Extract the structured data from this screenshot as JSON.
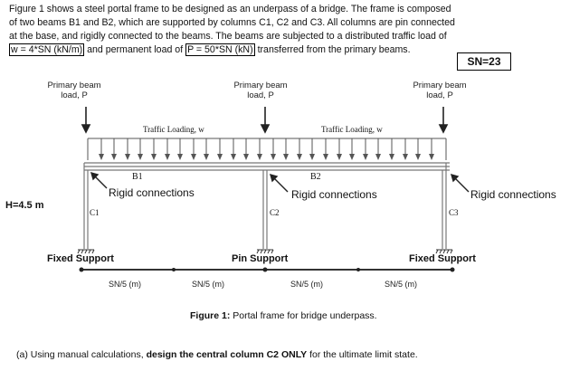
{
  "intro": {
    "line1": "Figure 1 shows a steel portal frame to be designed as an underpass of a bridge. The frame is composed",
    "line2": "of two beams B1 and B2, which are supported by columns C1, C2 and C3. All columns are pin connected",
    "line3": "at the base, and rigidly connected to the beams. The beams are subjected to a distributed traffic load of",
    "w_box": "w = 4*SN (kN/m)",
    "mid": "and permanent load of",
    "p_box": "P = 50*SN (kN)",
    "end": "transferred from the primary beams."
  },
  "sn": "SN=23",
  "diagram": {
    "primary_label": "Primary beam load, P",
    "traffic_label": "Traffic Loading, w",
    "beams": [
      "B1",
      "B2"
    ],
    "columns": [
      "C1",
      "C2",
      "C3"
    ],
    "rigid_label": "Rigid connections",
    "height_label": "H=4.5 m",
    "supports": [
      "Fixed Support",
      "Pin Support",
      "Fixed Support"
    ],
    "span_label": "SN/5 (m)"
  },
  "caption": {
    "bold": "Figure 1:",
    "text": " Portal frame for bridge underpass."
  },
  "question": {
    "prefix": "(a)  Using manual calculations, ",
    "bold": "design the central column C2 ONLY",
    "suffix": " for the ultimate limit state."
  }
}
